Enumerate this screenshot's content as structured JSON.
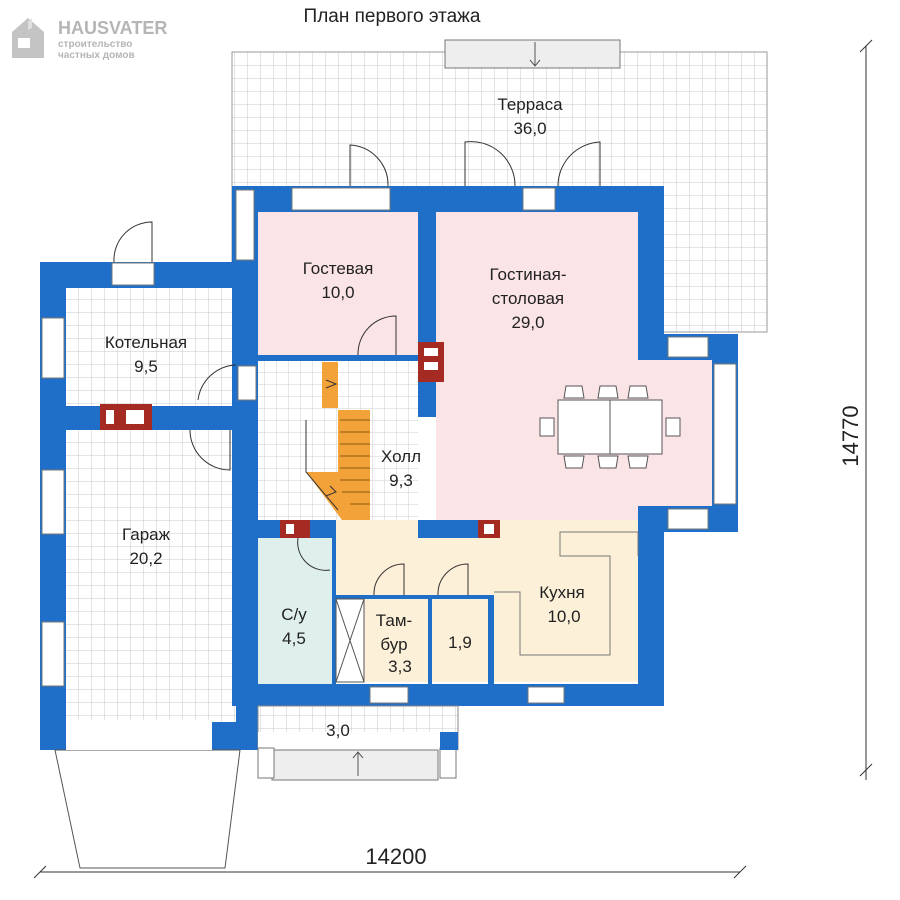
{
  "logo": {
    "brand": "HAUSVATER",
    "tagline_line1": "строительство",
    "tagline_line2": "частных домов"
  },
  "plan_title": "План первого этажа",
  "dimensions": {
    "width": "14200",
    "height": "14770"
  },
  "rooms": {
    "terrace": {
      "name": "Терраса",
      "area": "36,0"
    },
    "guest": {
      "name": "Гостевая",
      "area": "10,0"
    },
    "living": {
      "name_line1": "Гостиная-",
      "name_line2": "столовая",
      "area": "29,0"
    },
    "boiler": {
      "name": "Котельная",
      "area": "9,5"
    },
    "hall": {
      "name": "Холл",
      "area": "9,3"
    },
    "garage": {
      "name": "Гараж",
      "area": "20,2"
    },
    "wc": {
      "name": "С/у",
      "area": "4,5"
    },
    "vestibule": {
      "name_line1": "Там-",
      "name_line2": "бур",
      "area": "3,3"
    },
    "storage": {
      "area": "1,9"
    },
    "kitchen": {
      "name": "Кухня",
      "area": "10,0"
    },
    "porch": {
      "area": "3,0"
    }
  },
  "colors": {
    "wall": "#1f6fc8",
    "tile_grid": "#c9c9c9",
    "guest_fill": "#fbe4e6",
    "living_fill": "#fbe4e6",
    "kitchen_fill": "#fdf0d9",
    "wc_fill": "#dff0ec",
    "stair_fill": "#f3a23a",
    "chimney": "#a52a22"
  }
}
